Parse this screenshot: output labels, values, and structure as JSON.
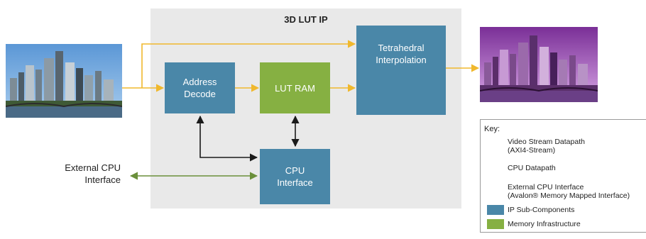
{
  "diagram": {
    "ip_title": "3D LUT IP",
    "blocks": {
      "address_decode": "Address\nDecode",
      "lut_ram": "LUT RAM",
      "tetrahedral": "Tetrahedral\nInterpolation",
      "cpu_interface": "CPU\nInterface"
    },
    "external_label": "External CPU\nInterface"
  },
  "key": {
    "title": "Key:",
    "video": "Video Stream Datapath\n(AXI4-Stream)",
    "cpu": "CPU Datapath",
    "external": "External CPU Interface\n(Avalon® Memory Mapped Interface)",
    "ip": "IP Sub-Components",
    "memory": "Memory Infrastructure"
  },
  "colors": {
    "video_arrow": "#f0b82d",
    "cpu_arrow": "#1a1a1a",
    "external_arrow": "#6a8f3a",
    "ip_block": "#4a87a8",
    "memory_block": "#86b042",
    "ip_background": "#e9e9e9"
  },
  "images": {
    "input": "city skyline photo (original colors)",
    "output": "city skyline photo (purple color-graded)"
  }
}
